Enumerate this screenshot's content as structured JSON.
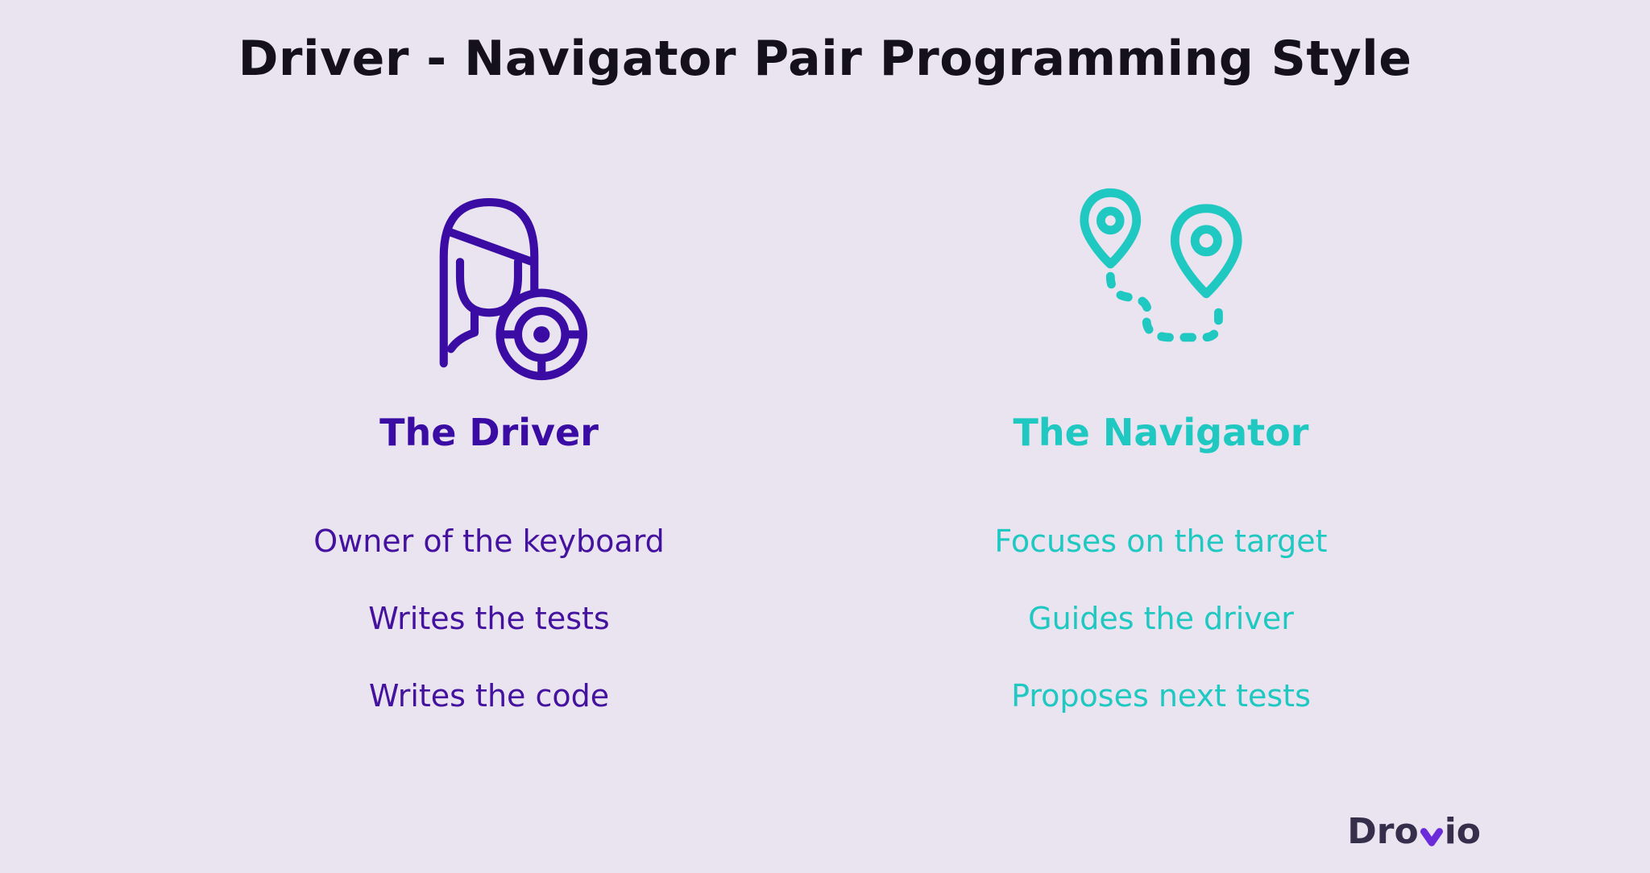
{
  "title": "Driver - Navigator Pair Programming Style",
  "driver": {
    "heading": "The Driver",
    "icon": "driver-woman-steering-wheel-icon",
    "color": "#3A0CA3",
    "items": [
      "Owner of the keyboard",
      "Writes the tests",
      "Writes the code"
    ]
  },
  "navigator": {
    "heading": "The Navigator",
    "icon": "route-map-pins-icon",
    "color": "#1FC8C1",
    "items": [
      "Focuses on the target",
      "Guides the driver",
      "Proposes next tests"
    ]
  },
  "logo": {
    "text_before": "Dro",
    "text_after": "io",
    "chevron_icon": "chevron-down-icon",
    "text_color": "#362F4C",
    "chevron_color": "#6C2BD9"
  },
  "colors": {
    "background": "#E9E4F0",
    "title": "#14101C",
    "driver_accent": "#3A0CA3",
    "navigator_accent": "#1FC8C1"
  }
}
